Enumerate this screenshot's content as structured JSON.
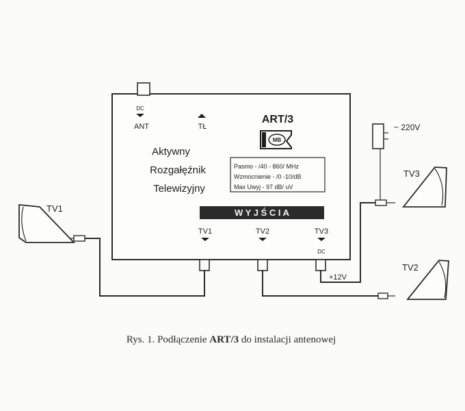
{
  "device": {
    "model": "ART/3",
    "logo": "MB",
    "name_lines": [
      "Aktywny",
      "Rozgałęźnik",
      "Telewizyjny"
    ],
    "specs": [
      "Pasmo - /40 - 860/ MHz",
      "Wzmocnienie - /0 -10/dB",
      "Max Uwyj - 97 dB/ uV"
    ],
    "outputs_band": "W Y J Ś C I A",
    "port_dc_top": "DC",
    "port_ant": "ANT",
    "port_tl": "TŁ",
    "outputs": [
      "TV1",
      "TV2",
      "TV3"
    ],
    "port_dc_out": "DC"
  },
  "power": {
    "supply": "~ 220V",
    "voltage": "+12V"
  },
  "tvs": [
    "TV1",
    "TV2",
    "TV3"
  ],
  "caption": {
    "prefix": "Rys. 1. Podłączenie",
    "bold": "ART/3",
    "suffix": "do instalacji antenowej"
  },
  "colors": {
    "ink": "#2a2a2a",
    "paper": "#fbfbfa",
    "band": "#2b2b2b"
  }
}
